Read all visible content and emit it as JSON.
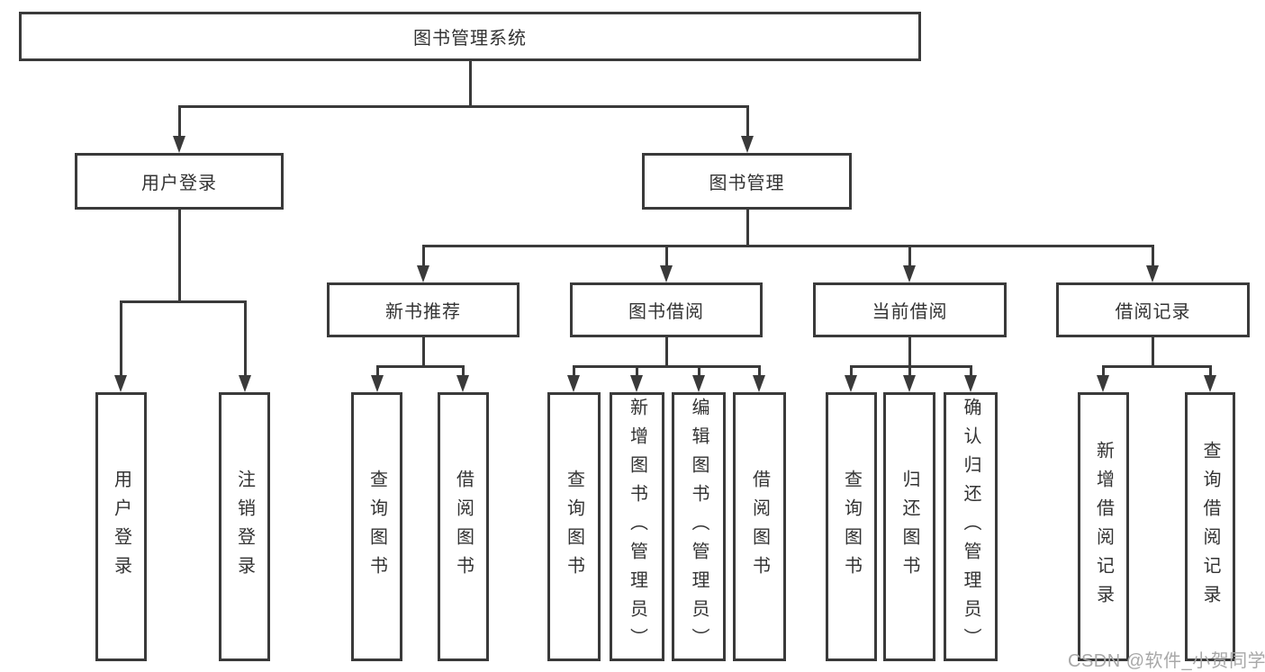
{
  "diagram": {
    "title": "图书管理系统",
    "level2": [
      {
        "label": "用户登录"
      },
      {
        "label": "图书管理"
      }
    ],
    "level3": [
      {
        "label": "新书推荐"
      },
      {
        "label": "图书借阅"
      },
      {
        "label": "当前借阅"
      },
      {
        "label": "借阅记录"
      }
    ],
    "leaves": [
      {
        "label": "用户登录"
      },
      {
        "label": "注销登录"
      },
      {
        "label": "查询图书"
      },
      {
        "label": "借阅图书"
      },
      {
        "label": "查询图书"
      },
      {
        "label": "新增图书（管理员）"
      },
      {
        "label": "编辑图书（管理员）"
      },
      {
        "label": "借阅图书"
      },
      {
        "label": "查询图书"
      },
      {
        "label": "归还图书"
      },
      {
        "label": "确认归还（管理员）"
      },
      {
        "label": "新增借阅记录"
      },
      {
        "label": "查询借阅记录"
      }
    ]
  },
  "watermark": {
    "text": "CSDN @软件_小贺同学"
  },
  "colors": {
    "line": "#3a3a3a",
    "text": "#333333",
    "watermark": "#a8a8a8",
    "background": "#ffffff"
  }
}
